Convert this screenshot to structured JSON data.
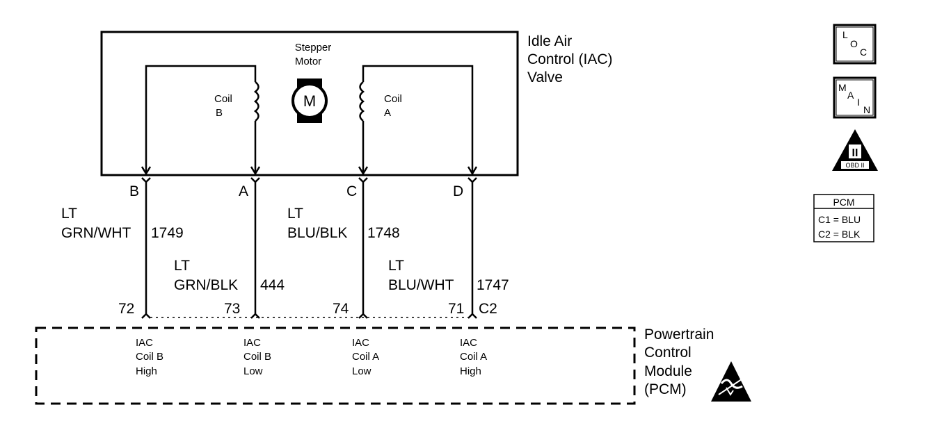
{
  "iac_valve": {
    "title_line1": "Idle Air",
    "title_line2": "Control (IAC)",
    "title_line3": "Valve",
    "motor_label_line1": "Stepper",
    "motor_label_line2": "Motor",
    "motor_symbol": "M",
    "coil_b_line1": "Coil",
    "coil_b_line2": "B",
    "coil_a_line1": "Coil",
    "coil_a_line2": "A"
  },
  "connector_pins": [
    "B",
    "A",
    "C",
    "D"
  ],
  "wires": [
    {
      "color_line1": "LT",
      "color_line2": "GRN/WHT",
      "circuit": "1749",
      "pcm_pin": "72"
    },
    {
      "color_line1": "LT",
      "color_line2": "GRN/BLK",
      "circuit": "444",
      "pcm_pin": "73"
    },
    {
      "color_line1": "LT",
      "color_line2": "BLU/BLK",
      "circuit": "1748",
      "pcm_pin": "74"
    },
    {
      "color_line1": "LT",
      "color_line2": "BLU/WHT",
      "circuit": "1747",
      "pcm_pin": "71"
    }
  ],
  "pcm_connector": "C2",
  "pcm": {
    "title_line1": "Powertrain",
    "title_line2": "Control",
    "title_line3": "Module",
    "title_line4": "(PCM)",
    "terminals": [
      {
        "line1": "IAC",
        "line2": "Coil B",
        "line3": "High"
      },
      {
        "line1": "IAC",
        "line2": "Coil B",
        "line3": "Low"
      },
      {
        "line1": "IAC",
        "line2": "Coil A",
        "line3": "Low"
      },
      {
        "line1": "IAC",
        "line2": "Coil A",
        "line3": "High"
      }
    ]
  },
  "legend": {
    "loc_letters": [
      "L",
      "O",
      "C"
    ],
    "main_letters": [
      "M",
      "A",
      "I",
      "N"
    ],
    "obd_symbol": "II",
    "obd_text": "OBD II",
    "pcm_title": "PCM",
    "pcm_c1": "C1 = BLU",
    "pcm_c2": "C2 = BLK"
  }
}
